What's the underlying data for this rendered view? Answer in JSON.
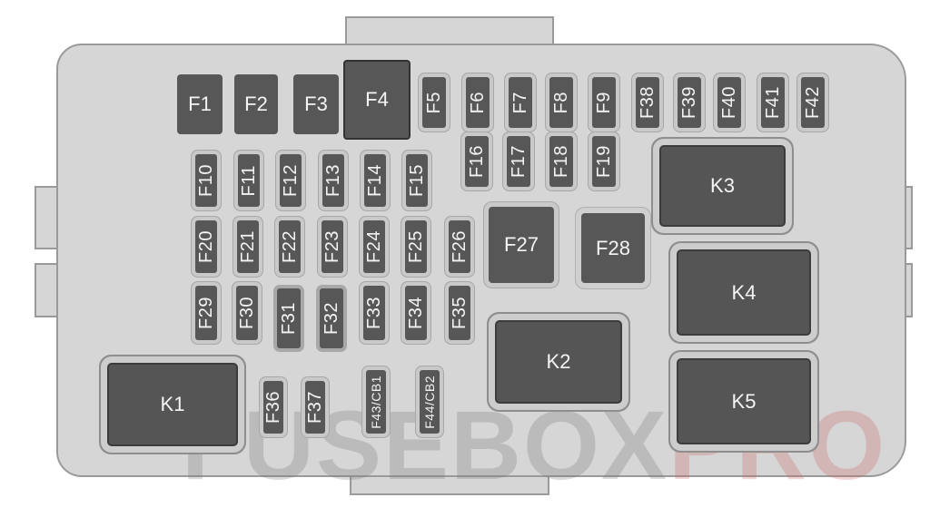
{
  "fuses_large": [
    "F1",
    "F2",
    "F3",
    "F4"
  ],
  "fuses_row_top": [
    "F5",
    "F6",
    "F7",
    "F8",
    "F9",
    "F38",
    "F39",
    "F40",
    "F41",
    "F42"
  ],
  "fuses_row_2": [
    "F16",
    "F17",
    "F18",
    "F19"
  ],
  "fuses_row_a": [
    "F10",
    "F11",
    "F12",
    "F13",
    "F14",
    "F15"
  ],
  "fuses_row_b": [
    "F20",
    "F21",
    "F22",
    "F23",
    "F24",
    "F25",
    "F26"
  ],
  "fuses_row_c": [
    "F29",
    "F30",
    "F31",
    "F32",
    "F33",
    "F34",
    "F35"
  ],
  "fuses_mid": [
    "F27",
    "F28"
  ],
  "fuses_bottom": [
    "F36",
    "F37",
    "F43/CB1",
    "F44/CB2"
  ],
  "relays": [
    "K1",
    "K2",
    "K3",
    "K4",
    "K5"
  ],
  "watermark": {
    "text_a": "FUSEBOX",
    "text_b": "PRO"
  },
  "colors": {
    "housing": "#d6d6d6",
    "fuse": "#575757",
    "relay": "#555555",
    "label": "#f4f4f4"
  }
}
